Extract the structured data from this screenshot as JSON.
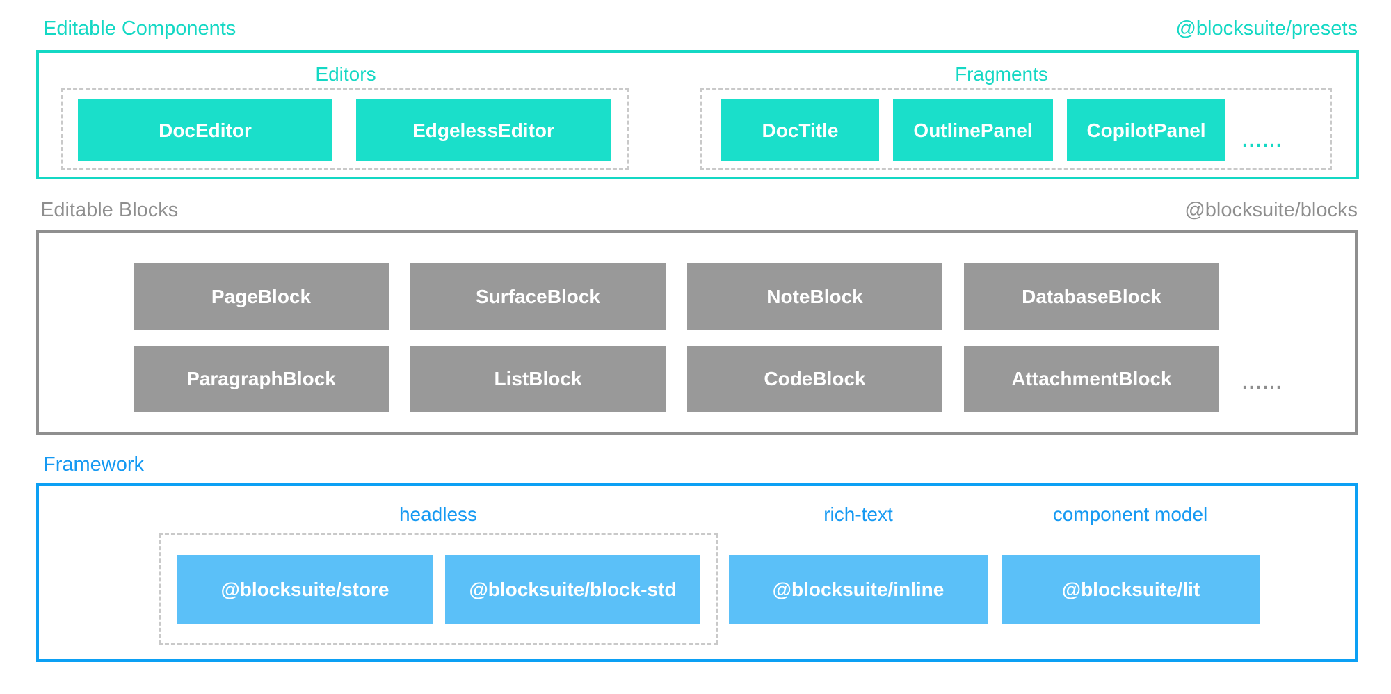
{
  "colors": {
    "teal": "#14d8c4",
    "teal_fill": "#1adfca",
    "gray_label": "#8e8e8e",
    "gray_border": "#8f8f8f",
    "gray_fill": "#999999",
    "blue_label": "#1599f2",
    "blue_border": "#0ca0f4",
    "blue_fill": "#5bc0f8",
    "dash_border": "#c9c9c9",
    "node_text": "#ffffff"
  },
  "sections": {
    "presets": {
      "title": "Editable Components",
      "package": "@blocksuite/presets",
      "editors": {
        "label": "Editors",
        "items": [
          "DocEditor",
          "EdgelessEditor"
        ]
      },
      "fragments": {
        "label": "Fragments",
        "items": [
          "DocTitle",
          "OutlinePanel",
          "CopilotPanel"
        ],
        "ellipsis": "......"
      }
    },
    "blocks": {
      "title": "Editable Blocks",
      "package": "@blocksuite/blocks",
      "row1": [
        "PageBlock",
        "SurfaceBlock",
        "NoteBlock",
        "DatabaseBlock"
      ],
      "row2": [
        "ParagraphBlock",
        "ListBlock",
        "CodeBlock",
        "AttachmentBlock"
      ],
      "ellipsis": "......"
    },
    "framework": {
      "title": "Framework",
      "headless": {
        "label": "headless",
        "items": [
          "@blocksuite/store",
          "@blocksuite/block-std"
        ]
      },
      "richtext": {
        "label": "rich-text",
        "items": [
          "@blocksuite/inline"
        ]
      },
      "component": {
        "label": "component model",
        "items": [
          "@blocksuite/lit"
        ]
      }
    }
  }
}
